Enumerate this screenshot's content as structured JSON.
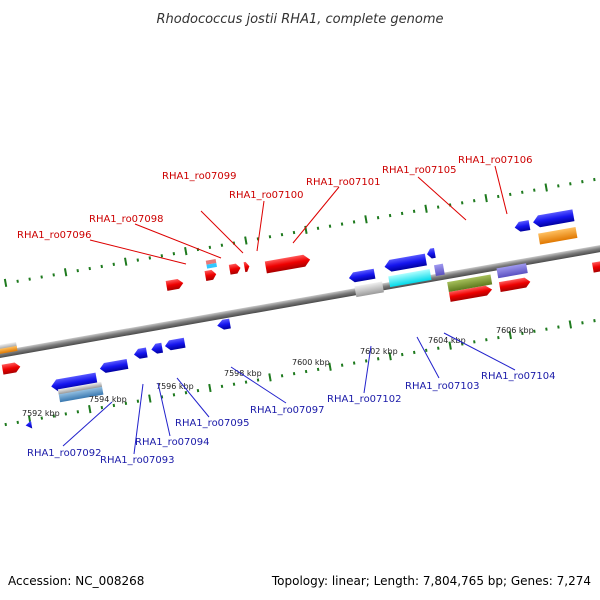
{
  "header": {
    "title": "Rhodococcus jostii RHA1, complete genome"
  },
  "footer": {
    "accession": "Accession: NC_008268",
    "stats": "Topology: linear; Length: 7,804,765 bp; Genes: 7,274"
  },
  "colors": {
    "top_labels": "#cc0000",
    "bottom_labels": "#1a1aa8",
    "track": "#8a8a8a",
    "ticks": "#1e7a1e"
  },
  "scale_labels": [
    "7592 kbp",
    "7594 kbp",
    "7596 kbp",
    "7598 kbp",
    "7600 kbp",
    "7602 kbp",
    "7604 kbp",
    "7606 kbp"
  ],
  "top_labels": [
    "RHA1_ro07096",
    "RHA1_ro07098",
    "RHA1_ro07099",
    "RHA1_ro07100",
    "RHA1_ro07101",
    "RHA1_ro07105",
    "RHA1_ro07106"
  ],
  "bottom_labels": [
    "RHA1_ro07092",
    "RHA1_ro07093",
    "RHA1_ro07094",
    "RHA1_ro07095",
    "RHA1_ro07097",
    "RHA1_ro07102",
    "RHA1_ro07103",
    "RHA1_ro07104"
  ]
}
